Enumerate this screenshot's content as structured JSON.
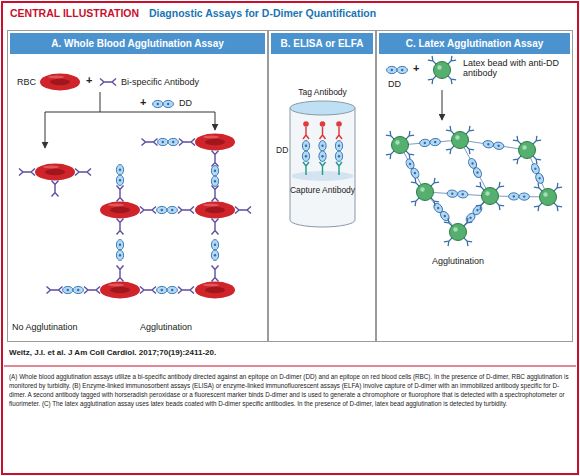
{
  "diagram": {
    "title": "Diagnostic Assays for D-Dimer Quantification",
    "caption": "(A) Whole blood agglutination assays utilize a bi-specific antibody directed against an epitope on D-dimer (DD) and an epitope on red blood cells (RBC). In the presence of D-dimer, RBC agglutination is monitored by turbidity. (B) Enzyme-linked immunosorbent assays (ELISA) or enzyme-linked immunofluorescent assays (ELFA) involve capture of D-dimer with an immobilized antibody specific for D-dimer. A second antibody tagged with horseradish peroxidase or a fluorescent marker binds D-dimer and is used to generate a chromophore or fluorophore that is detected with a spectrophotometer or fluorimeter. (C) The latex agglutination assay uses latex beads coated with D-dimer specific antibodies. In the presence of D-dimer, latex bead agglutination is detected by turbidity.",
    "nodes": [
      {
        "text": [
          "A. Whole Blood Agglutination Assay"
        ]
      },
      {
        "text": [
          "B. ELISA or ELFA"
        ]
      },
      {
        "text": [
          "C. Latex Agglutination Assay"
        ]
      }
    ],
    "labels": [
      "CENTRAL ILLUSTRATION",
      "RBC",
      "+",
      "Bi-specific Antibody",
      "+",
      "DD",
      "No Agglutination",
      "Agglutination",
      "Tag Antibody",
      "DD",
      "Capture Antibody",
      "DD",
      "+",
      "Latex bead with anti-DD antibody",
      "Agglutination",
      "Weitz, J.I. et al. J Am Coll Cardiol. 2017;70(19):2411-20."
    ]
  }
}
